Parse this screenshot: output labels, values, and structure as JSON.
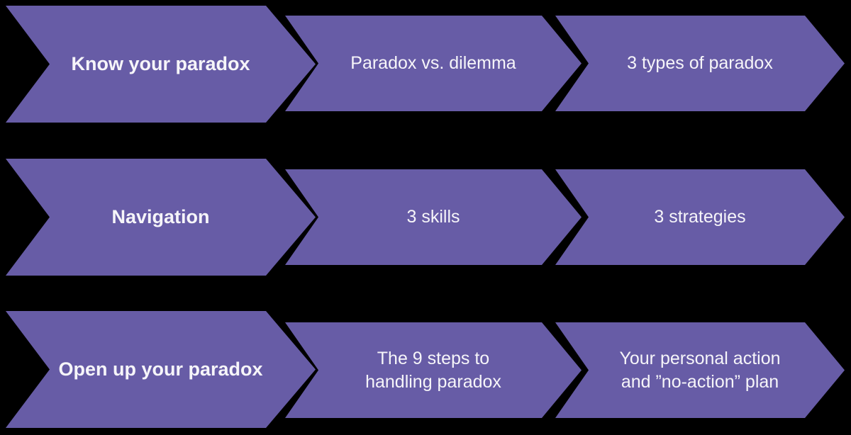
{
  "diagram": {
    "background": "#000000",
    "shape_color": "#675CA6",
    "text_color": "#F6F5F9",
    "rows": [
      {
        "cells": [
          {
            "lines": [
              "Know your paradox"
            ],
            "emphasis": true
          },
          {
            "lines": [
              "Paradox vs. dilemma"
            ]
          },
          {
            "lines": [
              "3 types of paradox"
            ]
          }
        ]
      },
      {
        "cells": [
          {
            "lines": [
              "Navigation"
            ],
            "emphasis": true
          },
          {
            "lines": [
              "3 skills"
            ]
          },
          {
            "lines": [
              "3 strategies"
            ]
          }
        ]
      },
      {
        "cells": [
          {
            "lines": [
              "Open up your paradox"
            ],
            "emphasis": true
          },
          {
            "lines": [
              "The 9 steps to",
              "handling paradox"
            ]
          },
          {
            "lines": [
              "Your personal action",
              "and ”no-action” plan"
            ]
          }
        ]
      }
    ]
  }
}
